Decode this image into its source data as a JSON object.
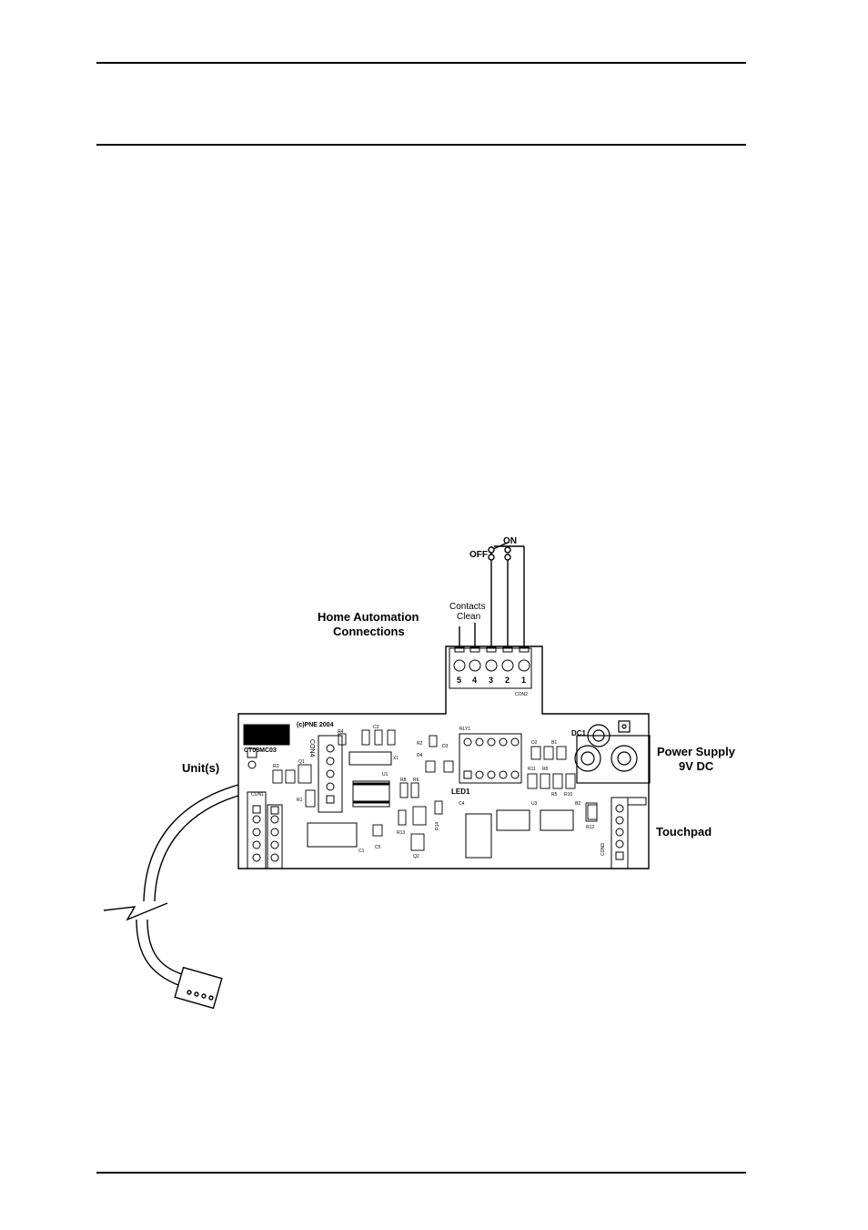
{
  "labels": {
    "on": "ON",
    "off": "OFF",
    "contacts_line1": "Contacts",
    "contacts_line2": "Clean",
    "home_line1": "Home Automation",
    "home_line2": "Connections",
    "units": "Unit(s)",
    "power_line1": "Power Supply",
    "power_line2": "9V DC",
    "touchpad": "Touchpad",
    "dc1": "DC1",
    "led1": "LED1",
    "copyright": "(c)PNE 2004",
    "board_id": "CT08MC03",
    "con2": "CON2",
    "con3": "CON3",
    "con4": "CON4",
    "con1": "CON1",
    "rly1": "RLY1"
  },
  "terminal_numbers": [
    "5",
    "4",
    "3",
    "2",
    "1"
  ],
  "components": {
    "r4": "R4",
    "c3": "C3",
    "r2": "R2",
    "d4": "D4",
    "d3": "D3",
    "x1": "X1",
    "u1": "U1",
    "r3": "R3",
    "q1": "Q1",
    "r1": "R1",
    "d2": "D2",
    "b1": "B1",
    "r11": "R11",
    "r9": "R9",
    "r8": "R8",
    "r5": "R5",
    "r10": "R10",
    "b2": "B2",
    "r12": "R12",
    "u3": "U3",
    "c4": "C4",
    "r6": "R6",
    "r13": "R13",
    "q2": "Q2",
    "r14": "R14",
    "c1": "C1",
    "c5": "C5"
  }
}
